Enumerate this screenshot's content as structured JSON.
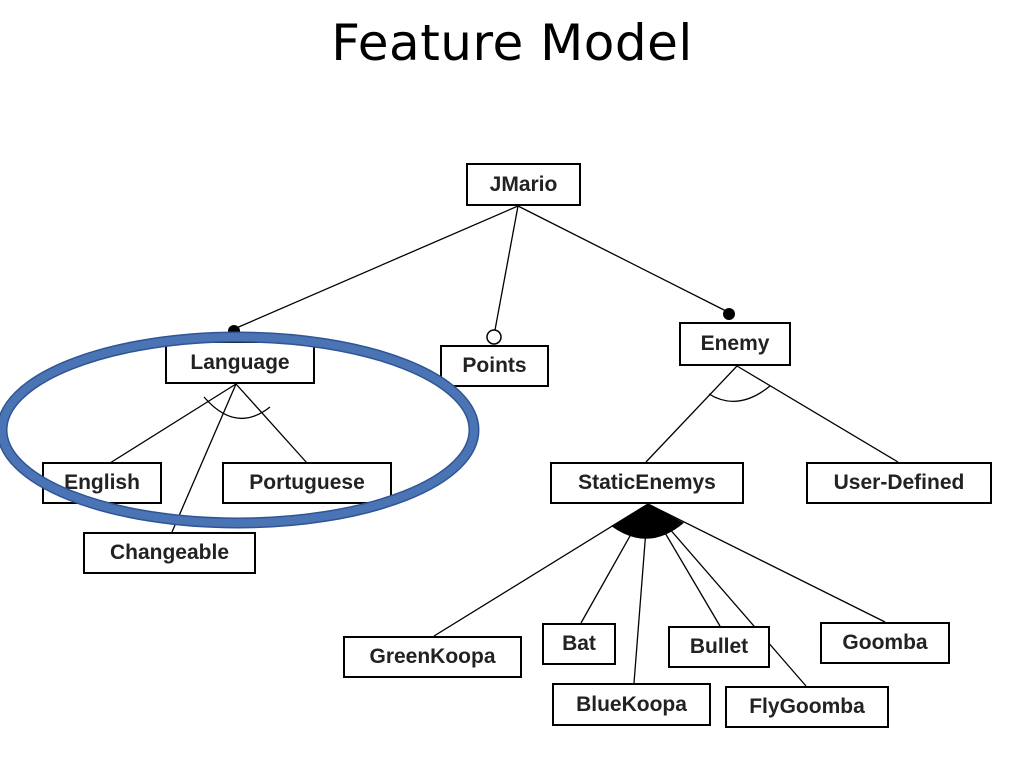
{
  "title": "Feature Model",
  "diagram": {
    "nodes": {
      "jmario": "JMario",
      "language": "Language",
      "points": "Points",
      "enemy": "Enemy",
      "english": "English",
      "portuguese": "Portuguese",
      "changeable": "Changeable",
      "static_enemys": "StaticEnemys",
      "user_defined": "User-Defined",
      "green_koopa": "GreenKoopa",
      "bat": "Bat",
      "bullet": "Bullet",
      "goomba": "Goomba",
      "blue_koopa": "BlueKoopa",
      "fly_goomba": "FlyGoomba"
    },
    "relations": [
      {
        "parent": "JMario",
        "child": "Language",
        "kind": "mandatory"
      },
      {
        "parent": "JMario",
        "child": "Points",
        "kind": "optional"
      },
      {
        "parent": "JMario",
        "child": "Enemy",
        "kind": "mandatory"
      },
      {
        "parent": "Language",
        "children": [
          "English",
          "Portuguese",
          "Changeable"
        ],
        "kind": "alternative"
      },
      {
        "parent": "Enemy",
        "children": [
          "StaticEnemys",
          "User-Defined"
        ],
        "kind": "alternative"
      },
      {
        "parent": "StaticEnemys",
        "children": [
          "GreenKoopa",
          "Bat",
          "BlueKoopa",
          "Bullet",
          "FlyGoomba",
          "Goomba"
        ],
        "kind": "or"
      }
    ],
    "highlight": {
      "label": "language-subtree-ellipse",
      "color": "#4a74b4"
    }
  }
}
